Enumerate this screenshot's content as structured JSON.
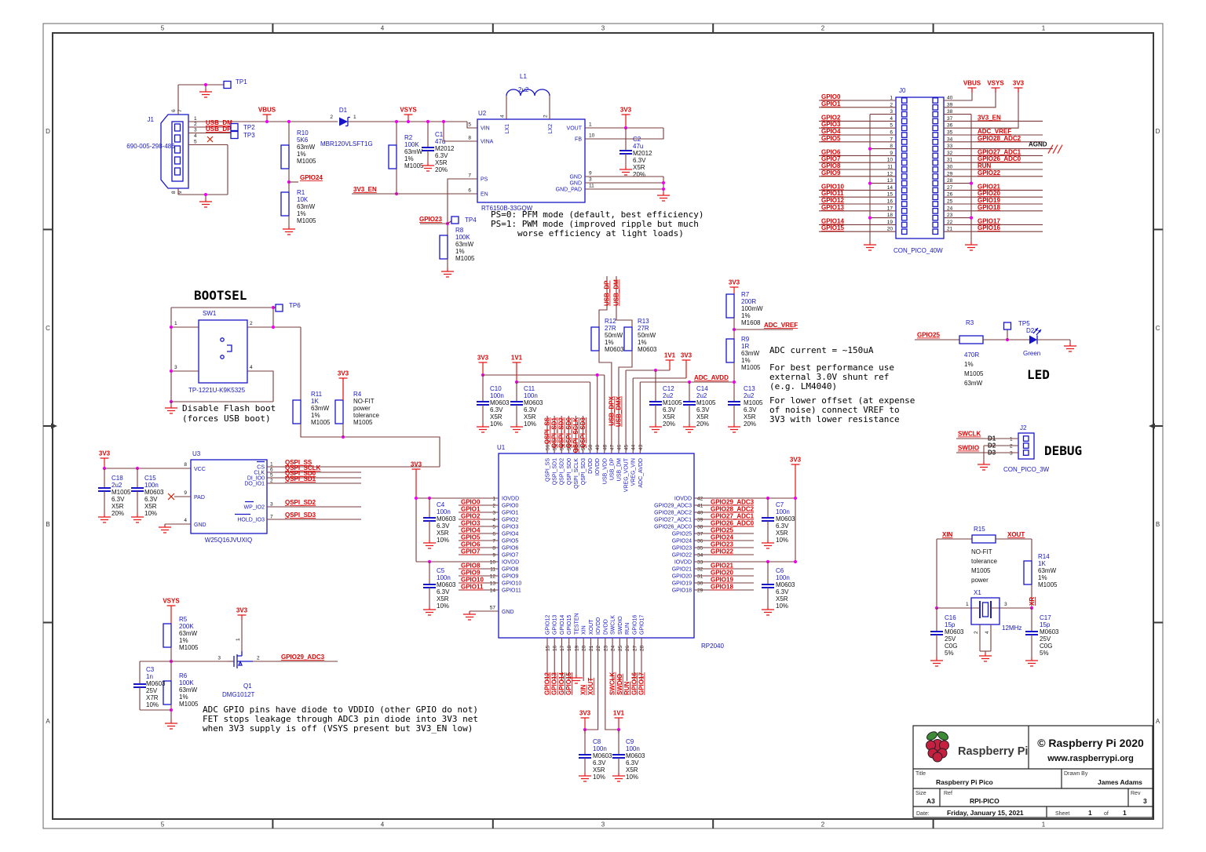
{
  "sheet": {
    "zones_top": [
      "5",
      "4",
      "3",
      "2",
      "1"
    ],
    "zones_side": [
      "D",
      "C",
      "B",
      "A"
    ]
  },
  "labels": {
    "vbus": "VBUS",
    "vsys": "VSYS",
    "v33": "3V3",
    "v11": "1V1",
    "agnd": "AGND",
    "usb_dm": "USB_DM",
    "usb_dp": "USB_DP",
    "gpio24": "GPIO24",
    "gpio23": "GPIO23",
    "en33": "3V3_EN",
    "gpio25": "GPIO25",
    "gpio29": "GPIO29_ADC3",
    "adc_vref": "ADC_VREF",
    "adc_avdd": "ADC_AVDD",
    "swclk": "SWCLK",
    "swdio": "SWDIO",
    "xin": "XIN",
    "xout": "XOUT",
    "xr": "XR",
    "usb_dpx": "USB_DPX",
    "usb_dmx": "USB_DMX",
    "qspi_ss": "QSPI_SS"
  },
  "test_points": {
    "tp1": "TP1",
    "tp2": "TP2",
    "tp3": "TP3",
    "tp4": "TP4",
    "tp5": "TP5",
    "tp6": "TP6"
  },
  "annotations": {
    "ps_note": [
      "PS=0: PFM mode (default, best efficiency)",
      "PS=1: PWM mode (improved ripple but much",
      "worse efficiency at light loads)"
    ],
    "bootsel_title": "BOOTSEL",
    "bootsel_note": [
      "Disable Flash boot",
      "(forces USB boot)"
    ],
    "adc_note": [
      "ADC current = ~150uA",
      "For best performance use",
      "external 3.0V shunt ref",
      "(e.g. LM4040)",
      "For lower offset (at expense",
      "of noise) connect VREF to",
      "3V3 with lower resistance"
    ],
    "led_title": "LED",
    "debug_title": "DEBUG",
    "fet_note": [
      "ADC GPIO pins have diode to VDDIO (other GPIO do not)",
      "FET stops leakage through ADC3 pin diode into 3V3 net",
      "when 3V3 supply is off (VSYS present but 3V3_EN low)"
    ]
  },
  "components": {
    "J1": {
      "ref": "J1",
      "part": "690-005-298-486",
      "pins": [
        "1",
        "2",
        "3",
        "4",
        "5"
      ],
      "shield": [
        "6",
        "7",
        "8",
        "9"
      ]
    },
    "R10": {
      "ref": "R10",
      "lines": [
        "5K6",
        "63mW",
        "1%",
        "M1005"
      ]
    },
    "R1": {
      "ref": "R1",
      "lines": [
        "10K",
        "63mW",
        "1%",
        "M1005"
      ]
    },
    "D1": {
      "ref": "D1",
      "value": "MBR120VLSFT1G",
      "pins": [
        "2",
        "1"
      ]
    },
    "R2": {
      "ref": "R2",
      "lines": [
        "100K",
        "63mW",
        "1%",
        "M1005"
      ]
    },
    "C1": {
      "ref": "C1",
      "lines": [
        "47u",
        "M2012",
        "6.3V",
        "X5R",
        "20%"
      ]
    },
    "C2": {
      "ref": "C2",
      "lines": [
        "47u",
        "M2012",
        "6.3V",
        "X5R",
        "20%"
      ]
    },
    "L1": {
      "ref": "L1",
      "value": "2u2"
    },
    "R8": {
      "ref": "R8",
      "lines": [
        "100K",
        "63mW",
        "1%",
        "M1005"
      ]
    },
    "U2": {
      "ref": "U2",
      "part": "RT6150B-33GQW",
      "left": [
        {
          "n": "5",
          "name": "VIN"
        },
        {
          "n": "8",
          "name": "VINA"
        },
        {
          "n": "7",
          "name": "PS"
        },
        {
          "n": "6",
          "name": "EN"
        }
      ],
      "top": [
        {
          "n": "4",
          "name": "LX1"
        },
        {
          "n": "2",
          "name": "LX2"
        }
      ],
      "right": [
        {
          "n": "1",
          "name": "VOUT"
        },
        {
          "n": "10",
          "name": "FB"
        },
        {
          "n": "9",
          "name": "GND"
        },
        {
          "n": "3",
          "name": "GND"
        },
        {
          "n": "11",
          "name": "GND_PAD"
        }
      ]
    },
    "J0": {
      "ref": "J0",
      "part": "CON_PICO_40W",
      "left": [
        {
          "n": "1",
          "net": "GPIO0"
        },
        {
          "n": "2",
          "net": "GPIO1"
        },
        {
          "n": "3"
        },
        {
          "n": "4",
          "net": "GPIO2"
        },
        {
          "n": "5",
          "net": "GPIO3"
        },
        {
          "n": "6",
          "net": "GPIO4"
        },
        {
          "n": "7",
          "net": "GPIO5"
        },
        {
          "n": "8"
        },
        {
          "n": "9",
          "net": "GPIO6"
        },
        {
          "n": "10",
          "net": "GPIO7"
        },
        {
          "n": "11",
          "net": "GPIO8"
        },
        {
          "n": "12",
          "net": "GPIO9"
        },
        {
          "n": "13"
        },
        {
          "n": "14",
          "net": "GPIO10"
        },
        {
          "n": "15",
          "net": "GPIO11"
        },
        {
          "n": "16",
          "net": "GPIO12"
        },
        {
          "n": "17",
          "net": "GPIO13"
        },
        {
          "n": "18"
        },
        {
          "n": "19",
          "net": "GPIO14"
        },
        {
          "n": "20",
          "net": "GPIO15"
        }
      ],
      "right": [
        {
          "n": "40"
        },
        {
          "n": "39"
        },
        {
          "n": "38"
        },
        {
          "n": "37",
          "net": "3V3_EN"
        },
        {
          "n": "36"
        },
        {
          "n": "35",
          "net": "ADC_VREF"
        },
        {
          "n": "34",
          "net": "GPIO28_ADC2"
        },
        {
          "n": "33",
          "net": "AGND"
        },
        {
          "n": "32",
          "net": "GPIO27_ADC1"
        },
        {
          "n": "31",
          "net": "GPIO26_ADC0"
        },
        {
          "n": "30",
          "net": "RUN"
        },
        {
          "n": "29",
          "net": "GPIO22"
        },
        {
          "n": "28"
        },
        {
          "n": "27",
          "net": "GPIO21"
        },
        {
          "n": "26",
          "net": "GPIO20"
        },
        {
          "n": "25",
          "net": "GPIO19"
        },
        {
          "n": "24",
          "net": "GPIO18"
        },
        {
          "n": "23"
        },
        {
          "n": "22",
          "net": "GPIO17"
        },
        {
          "n": "21",
          "net": "GPIO16"
        }
      ]
    },
    "SW1": {
      "ref": "SW1",
      "part": "TP-1221U-K9K5325",
      "pins": [
        "1",
        "2",
        "3",
        "4"
      ]
    },
    "R11": {
      "ref": "R11",
      "lines": [
        "1K",
        "63mW",
        "1%",
        "M1005"
      ]
    },
    "R4": {
      "ref": "R4",
      "lines": [
        "NO-FIT",
        "power",
        "tolerance",
        "M1005"
      ]
    },
    "C18": {
      "ref": "C18",
      "lines": [
        "2u2",
        "M1005",
        "6.3V",
        "X5R",
        "20%"
      ]
    },
    "C15": {
      "ref": "C15",
      "lines": [
        "100n",
        "M0603",
        "6.3V",
        "X5R",
        "10%"
      ]
    },
    "U3": {
      "ref": "U3",
      "part": "W25Q16JVUXIQ",
      "left": [
        {
          "n": "8",
          "name": "VCC"
        },
        {
          "n": "9",
          "name": "PAD"
        },
        {
          "n": "4",
          "name": "GND"
        }
      ],
      "right": [
        {
          "n": "1",
          "name": "CS",
          "net": "QSPI_SS"
        },
        {
          "n": "6",
          "name": "CLK",
          "net": "QSPI_SCLK"
        },
        {
          "n": "5",
          "name": "DI_IO0",
          "net": "QSPI_SD0"
        },
        {
          "n": "2",
          "name": "DO_IO1",
          "net": "QSPI_SD1"
        },
        {
          "n": "3",
          "name": "WP_IO2",
          "net": "QSPI_SD2"
        },
        {
          "n": "7",
          "name": "HOLD_IO3",
          "net": "QSPI_SD3"
        }
      ]
    },
    "U1": {
      "ref": "U1",
      "part": "RP2040",
      "top": [
        {
          "n": "56",
          "name": "QSPI_SS"
        },
        {
          "n": "55",
          "name": "QSPI_SD1"
        },
        {
          "n": "54",
          "name": "QSPI_SD2"
        },
        {
          "n": "53",
          "name": "QSPI_SD0"
        },
        {
          "n": "52",
          "name": "QSPI_SCLK"
        },
        {
          "n": "51",
          "name": "QSPI_SD3"
        },
        {
          "n": "50",
          "name": "DVDD"
        },
        {
          "n": "49",
          "name": "IOVDD"
        },
        {
          "n": "48",
          "name": "USB_VDD"
        },
        {
          "n": "47",
          "name": "USB_DP"
        },
        {
          "n": "46",
          "name": "USB_DM"
        },
        {
          "n": "45",
          "name": "VREG_VOUT"
        },
        {
          "n": "44",
          "name": "VREG_VIN"
        },
        {
          "n": "43",
          "name": "ADC_AVDD"
        }
      ],
      "left": [
        {
          "n": "1",
          "name": "IOVDD"
        },
        {
          "n": "2",
          "name": "GPIO0"
        },
        {
          "n": "3",
          "name": "GPIO1"
        },
        {
          "n": "4",
          "name": "GPIO2"
        },
        {
          "n": "5",
          "name": "GPIO3"
        },
        {
          "n": "6",
          "name": "GPIO4"
        },
        {
          "n": "7",
          "name": "GPIO5"
        },
        {
          "n": "8",
          "name": "GPIO6"
        },
        {
          "n": "9",
          "name": "GPIO7"
        },
        {
          "n": "10",
          "name": "IOVDD"
        },
        {
          "n": "11",
          "name": "GPIO8"
        },
        {
          "n": "12",
          "name": "GPIO9"
        },
        {
          "n": "13",
          "name": "GPIO10"
        },
        {
          "n": "14",
          "name": "GPIO11"
        }
      ],
      "gnd_pin": {
        "n": "57",
        "name": "GND"
      },
      "right": [
        {
          "n": "42",
          "name": "IOVDD"
        },
        {
          "n": "41",
          "name": "GPIO29_ADC3"
        },
        {
          "n": "40",
          "name": "GPIO28_ADC2"
        },
        {
          "n": "39",
          "name": "GPIO27_ADC1"
        },
        {
          "n": "38",
          "name": "GPIO26_ADC0"
        },
        {
          "n": "37",
          "name": "GPIO25"
        },
        {
          "n": "36",
          "name": "GPIO24"
        },
        {
          "n": "35",
          "name": "GPIO23"
        },
        {
          "n": "34",
          "name": "GPIO22"
        },
        {
          "n": "33",
          "name": "IOVDD"
        },
        {
          "n": "32",
          "name": "GPIO21"
        },
        {
          "n": "31",
          "name": "GPIO20"
        },
        {
          "n": "30",
          "name": "GPIO19"
        },
        {
          "n": "29",
          "name": "GPIO18"
        }
      ],
      "bottom": [
        {
          "n": "15",
          "name": "GPIO12"
        },
        {
          "n": "16",
          "name": "GPIO13"
        },
        {
          "n": "17",
          "name": "GPIO14"
        },
        {
          "n": "18",
          "name": "GPIO15"
        },
        {
          "n": "19",
          "name": "TESTEN"
        },
        {
          "n": "20",
          "name": "XIN"
        },
        {
          "n": "21",
          "name": "XOUT"
        },
        {
          "n": "22",
          "name": "IOVDD"
        },
        {
          "n": "23",
          "name": "DVDD"
        },
        {
          "n": "24",
          "name": "SWCLK"
        },
        {
          "n": "25",
          "name": "SWDIO"
        },
        {
          "n": "26",
          "name": "RUN"
        },
        {
          "n": "27",
          "name": "GPIO16"
        },
        {
          "n": "28",
          "name": "GPIO17"
        }
      ]
    },
    "C4": {
      "ref": "C4",
      "lines": [
        "100n",
        "M0603",
        "6.3V",
        "X5R",
        "10%"
      ]
    },
    "C5": {
      "ref": "C5",
      "lines": [
        "100n",
        "M0603",
        "6.3V",
        "X5R",
        "10%"
      ]
    },
    "C6": {
      "ref": "C6",
      "lines": [
        "100n",
        "M0603",
        "6.3V",
        "X5R",
        "10%"
      ]
    },
    "C7": {
      "ref": "C7",
      "lines": [
        "100n",
        "M0603",
        "6.3V",
        "X5R",
        "10%"
      ]
    },
    "C10": {
      "ref": "C10",
      "lines": [
        "100n",
        "M0603",
        "6.3V",
        "X5R",
        "10%"
      ]
    },
    "C11": {
      "ref": "C11",
      "lines": [
        "100n",
        "M0603",
        "6.3V",
        "X5R",
        "10%"
      ]
    },
    "C12": {
      "ref": "C12",
      "lines": [
        "2u2",
        "M1005",
        "6.3V",
        "X5R",
        "20%"
      ]
    },
    "C13": {
      "ref": "C13",
      "lines": [
        "2u2",
        "M1005",
        "6.3V",
        "X5R",
        "20%"
      ]
    },
    "C14": {
      "ref": "C14",
      "lines": [
        "2u2",
        "M1005",
        "6.3V",
        "X5R",
        "20%"
      ]
    },
    "R12": {
      "ref": "R12",
      "lines": [
        "27R",
        "50mW",
        "1%",
        "M0603"
      ]
    },
    "R13": {
      "ref": "R13",
      "lines": [
        "27R",
        "50mW",
        "1%",
        "M0603"
      ]
    },
    "R7": {
      "ref": "R7",
      "lines": [
        "200R",
        "100mW",
        "1%",
        "M1608"
      ]
    },
    "R9": {
      "ref": "R9",
      "lines": [
        "1R",
        "63mW",
        "1%",
        "M1005"
      ]
    },
    "R3": {
      "ref": "R3",
      "lines": [
        "470R",
        "1%",
        "M1005",
        "63mW"
      ]
    },
    "D2": {
      "ref": "D2",
      "value": "Green"
    },
    "J2": {
      "ref": "J2",
      "part": "CON_PICO_3W",
      "rows": [
        {
          "d": "D1",
          "n": "1"
        },
        {
          "d": "D2",
          "n": "2"
        },
        {
          "d": "D3",
          "n": "3"
        }
      ]
    },
    "R5": {
      "ref": "R5",
      "lines": [
        "200K",
        "63mW",
        "1%",
        "M1005"
      ]
    },
    "R6": {
      "ref": "R6",
      "lines": [
        "100K",
        "63mW",
        "1%",
        "M1005"
      ]
    },
    "C3": {
      "ref": "C3",
      "lines": [
        "1n",
        "M0603",
        "25V",
        "X7R",
        "10%"
      ]
    },
    "Q1": {
      "ref": "Q1",
      "part": "DMG1012T",
      "pins": [
        "1",
        "2",
        "3"
      ]
    },
    "C8": {
      "ref": "C8",
      "lines": [
        "100n",
        "M0603",
        "6.3V",
        "X5R",
        "10%"
      ]
    },
    "C9": {
      "ref": "C9",
      "lines": [
        "100n",
        "M0603",
        "6.3V",
        "X5R",
        "10%"
      ]
    },
    "R15": {
      "ref": "R15",
      "lines": [
        "NO-FIT",
        "tolerance",
        "M1005",
        "power"
      ]
    },
    "R14": {
      "ref": "R14",
      "lines": [
        "1K",
        "63mW",
        "1%",
        "M1005"
      ]
    },
    "X1": {
      "ref": "X1",
      "value": "12MHz",
      "pins": [
        "1",
        "3",
        "2",
        "4"
      ]
    },
    "C16": {
      "ref": "C16",
      "lines": [
        "15p",
        "M0603",
        "25V",
        "C0G",
        "5%"
      ]
    },
    "C17": {
      "ref": "C17",
      "lines": [
        "15p",
        "M0603",
        "25V",
        "C0G",
        "5%"
      ]
    }
  },
  "title_block": {
    "brand": "Raspberry Pi",
    "copyright": "© Raspberry Pi 2020",
    "website": "www.raspberrypi.org",
    "title_label": "Title",
    "title": "Raspberry Pi Pico",
    "drawn_label": "Drawn By",
    "drawn_by": "James Adams",
    "size_label": "Size",
    "size": "A3",
    "ref_label": "Ref",
    "ref": "RPI-PICO",
    "rev_label": "Rev",
    "rev": "3",
    "date_label": "Date:",
    "date": "Friday, January 15, 2021",
    "sheet_label": "Sheet",
    "sheet_num": "1",
    "of_label": "of",
    "sheet_total": "1"
  }
}
